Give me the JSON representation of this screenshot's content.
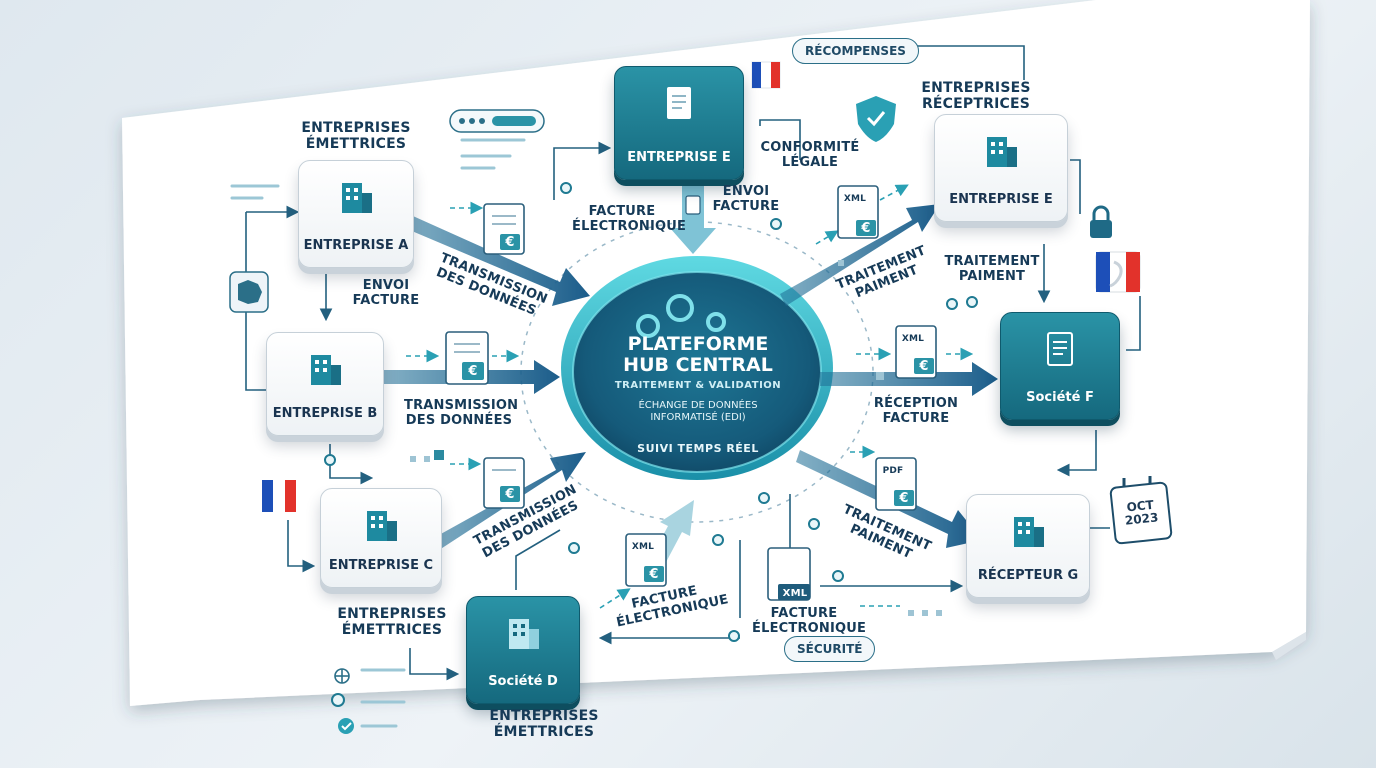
{
  "hub": {
    "title_line1": "PLATEFORME",
    "title_line2": "HUB CENTRAL",
    "subtitle": "TRAITEMENT & VALIDATION",
    "edi_line1": "ÉCHANGE DE DONNÉES",
    "edi_line2": "INFORMATISÉ (EDI)",
    "tracking": "SUIVI TEMPS RÉEL"
  },
  "groups": {
    "senders_top": [
      "ENTREPRISES",
      "ÉMETTRICES"
    ],
    "senders_mid": [
      "ENTREPRISES",
      "ÉMETTRICES"
    ],
    "senders_bottom": [
      "ENTREPRISES",
      "ÉMETTRICES"
    ],
    "receivers": [
      "ENTREPRISES",
      "RÉCEPTRICES"
    ]
  },
  "nodes": {
    "entreprise_a": "ENTREPRISE A",
    "entreprise_b": "ENTREPRISE B",
    "entreprise_c": "ENTREPRISE C",
    "societe_d": "Société D",
    "entreprise_e_top": "ENTREPRISE E",
    "entreprise_e_right": "ENTREPRISE E",
    "societe_f": "Société F",
    "recepteur_g": "RÉCEPTEUR G"
  },
  "labels": {
    "envoi_facture_a": [
      "ENVOI",
      "FACTURE"
    ],
    "transmission_a": [
      "TRANSMISSION",
      "DES DONNÉES"
    ],
    "transmission_b": [
      "TRANSMISSION",
      "DES DONNÉES"
    ],
    "transmission_c": [
      "TRANSMISSION",
      "DES DONNÉES"
    ],
    "facture_electronique_top": [
      "FACTURE",
      "ÉLECTRONIQUE"
    ],
    "envoi_facture_top": [
      "ENVOI",
      "FACTURE"
    ],
    "conformite": [
      "CONFORMITÉ",
      "LÉGALE"
    ],
    "traitement_paiement_top": [
      "TRAITEMENT",
      "PAIMENT"
    ],
    "traitement_paiement_right": [
      "TRAITEMENT",
      "PAIMENT"
    ],
    "reception_facture": [
      "RÉCEPTION",
      "FACTURE"
    ],
    "traitement_paiement_bottom": [
      "TRAITEMENT",
      "PAIMENT"
    ],
    "facture_electronique_d": [
      "FACTURE",
      "ÉLECTRONIQUE"
    ],
    "facture_electronique_bottom": [
      "FACTURE",
      "ÉLECTRONIQUE"
    ]
  },
  "pills": {
    "recompenses": "RÉCOMPENSES",
    "securite": "SÉCURITÉ"
  },
  "documents": {
    "xml": "XML",
    "pdf": "PDF",
    "euro": "€"
  },
  "calendar": {
    "month": "OCT",
    "year": "2023"
  },
  "colors": {
    "teal_dark": "#15697e",
    "teal": "#2a93a6",
    "navy": "#163a57",
    "hub_light": "#3fc2cf"
  }
}
